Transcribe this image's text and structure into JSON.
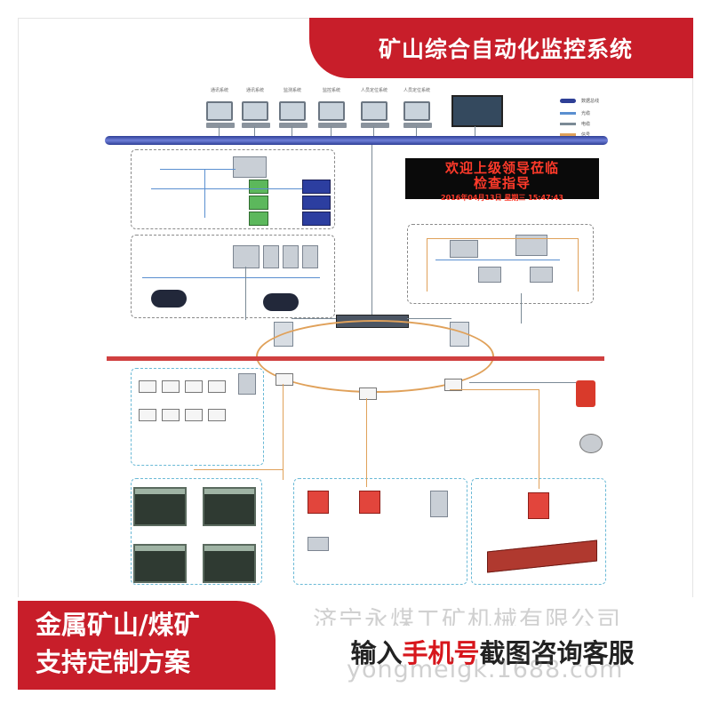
{
  "header": {
    "title": "矿山综合自动化监控系统"
  },
  "top_computers": [
    {
      "label": "通讯系统"
    },
    {
      "label": "通讯系统"
    },
    {
      "label": "监测系统"
    },
    {
      "label": "监控系统"
    },
    {
      "label": "人员定位系统"
    },
    {
      "label": "人员定位系统"
    }
  ],
  "led_display": {
    "line1": "欢迎上级领导莅临",
    "line2": "检查指导",
    "line3": "2016年04月13日 星期三 15:47:43"
  },
  "legend": [
    {
      "label": "数据总线",
      "color": "#2e3f96"
    },
    {
      "label": "光缆",
      "color": "#5a8fd0"
    },
    {
      "label": "电缆",
      "color": "#7b8a96"
    },
    {
      "label": "信号",
      "color": "#e0a15a"
    }
  ],
  "footer": {
    "left_line1": "金属矿山/煤矿",
    "left_line2": "支持定制方案",
    "right_prefix": "输入",
    "right_highlight": "手机号",
    "right_suffix": "截图咨询客服",
    "watermark_company": "济宁永煤工矿机械有限公司",
    "watermark_url": "yongmeigk.1688.com"
  }
}
